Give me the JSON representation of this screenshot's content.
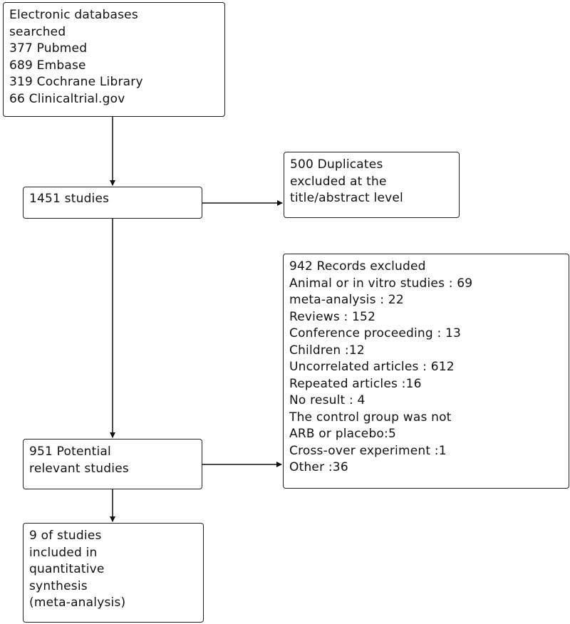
{
  "boxes": {
    "databases": [
      "Electronic databases",
      "searched",
      "377 Pubmed",
      "689 Embase",
      "319 Cochrane Library",
      "66 Clinicaltrial.gov"
    ],
    "total": [
      "1451 studies"
    ],
    "duplicates": [
      "500 Duplicates",
      "excluded at the",
      "title/abstract level"
    ],
    "excluded": [
      "942 Records excluded",
      "Animal or in vitro studies : 69",
      "meta-analysis : 22",
      "Reviews : 152",
      "Conference proceeding : 13",
      "Children :12",
      "Uncorrelated articles : 612",
      "Repeated articles :16",
      "No result : 4",
      "The control group was not",
      "ARB or placebo:5",
      "Cross-over experiment :1",
      "Other :36"
    ],
    "potential": [
      "951 Potential",
      "relevant studies"
    ],
    "included": [
      "9 of studies",
      "included in",
      "quantitative",
      "synthesis",
      "(meta-analysis)"
    ]
  }
}
